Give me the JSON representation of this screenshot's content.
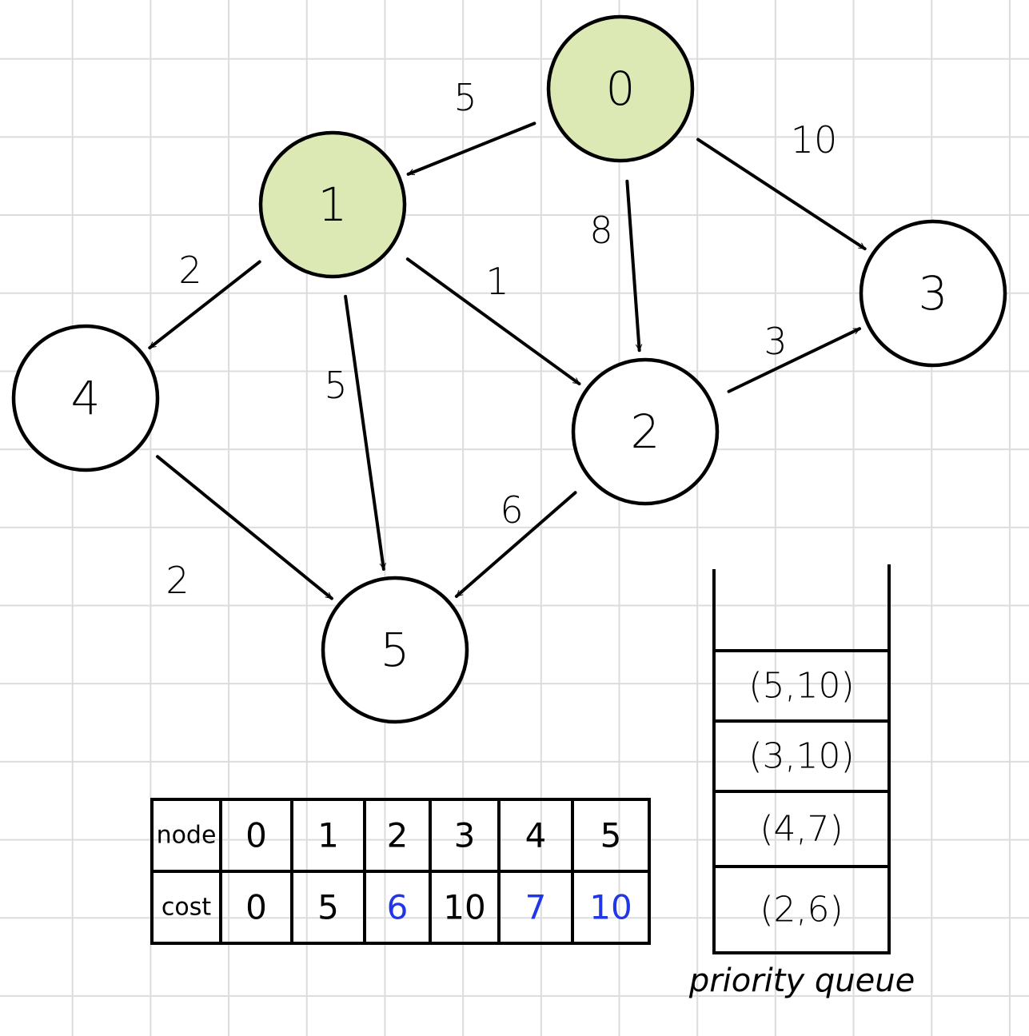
{
  "graph": {
    "nodes": [
      {
        "id": "0",
        "label": "0",
        "visited": true
      },
      {
        "id": "1",
        "label": "1",
        "visited": true
      },
      {
        "id": "2",
        "label": "2",
        "visited": false
      },
      {
        "id": "3",
        "label": "3",
        "visited": false
      },
      {
        "id": "4",
        "label": "4",
        "visited": false
      },
      {
        "id": "5",
        "label": "5",
        "visited": false
      }
    ],
    "edges": [
      {
        "from": "0",
        "to": "1",
        "weight": "5"
      },
      {
        "from": "0",
        "to": "2",
        "weight": "8"
      },
      {
        "from": "0",
        "to": "3",
        "weight": "10"
      },
      {
        "from": "1",
        "to": "4",
        "weight": "2"
      },
      {
        "from": "1",
        "to": "5",
        "weight": "5"
      },
      {
        "from": "1",
        "to": "2",
        "weight": "1"
      },
      {
        "from": "2",
        "to": "3",
        "weight": "3"
      },
      {
        "from": "2",
        "to": "5",
        "weight": "6"
      },
      {
        "from": "4",
        "to": "5",
        "weight": "2"
      }
    ],
    "visited_color": "#dde9b4"
  },
  "cost_table": {
    "row_headers": [
      "node",
      "cost"
    ],
    "nodes": [
      "0",
      "1",
      "2",
      "3",
      "4",
      "5"
    ],
    "costs": [
      "0",
      "5",
      "6",
      "10",
      "7",
      "10"
    ],
    "updated": [
      false,
      false,
      true,
      false,
      true,
      true
    ],
    "updated_color": "#2136e6"
  },
  "priority_queue": {
    "items": [
      "(5,10)",
      "(3,10)",
      "(4,7)",
      "(2,6)"
    ],
    "caption": "priority queue"
  }
}
